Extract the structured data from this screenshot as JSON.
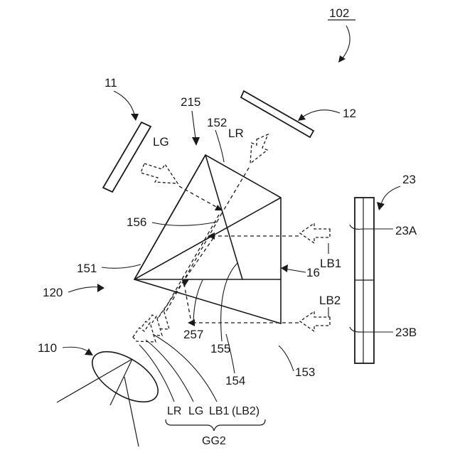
{
  "figure_number": "102",
  "labels": {
    "ref_11": "11",
    "ref_12": "12",
    "ref_215": "215",
    "ref_152": "152",
    "ref_LR": "LR",
    "ref_LG": "LG",
    "ref_156": "156",
    "ref_151": "151",
    "ref_120": "120",
    "ref_16": "16",
    "ref_LB1": "LB1",
    "ref_LB2": "LB2",
    "ref_23": "23",
    "ref_23A": "23A",
    "ref_23B": "23B",
    "ref_257": "257",
    "ref_155": "155",
    "ref_154": "154",
    "ref_153": "153",
    "ref_110": "110"
  },
  "output_group": {
    "beams": [
      "LR",
      "LG",
      "LB1",
      "(LB2)"
    ],
    "group_label": "GG2"
  }
}
